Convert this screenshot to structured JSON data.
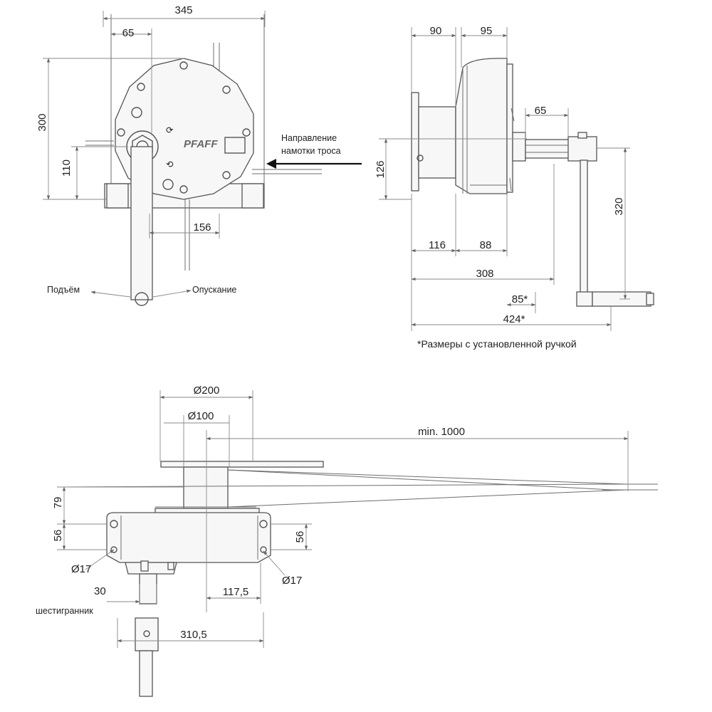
{
  "dimensions": {
    "front": {
      "d345": "345",
      "d65": "65",
      "d300": "300",
      "d110": "110",
      "d156": "156"
    },
    "side": {
      "d90": "90",
      "d95": "95",
      "d65": "65",
      "d126": "126",
      "d320": "320",
      "d116": "116",
      "d88": "88",
      "d308": "308",
      "d85": "85*",
      "d424": "424*"
    },
    "top": {
      "d200": "Ø200",
      "d100": "Ø100",
      "dmin": "min. 1000",
      "d79": "79",
      "d56l": "56",
      "d56r": "56",
      "d17l": "Ø17",
      "d17r": "Ø17",
      "d30": "30",
      "d117": "117,5",
      "d310": "310,5"
    }
  },
  "labels": {
    "winding_direction_line1": "Направление",
    "winding_direction_line2": "намотки троса",
    "lift": "Подъём",
    "lower": "Опускание",
    "handle_note": "*Размеры с установленной ручкой",
    "hexagon": "шестигранник",
    "logo": "PFAFF"
  },
  "colors": {
    "line": "#555555",
    "arrow": "#111111",
    "fill": "#f7f7f7"
  }
}
